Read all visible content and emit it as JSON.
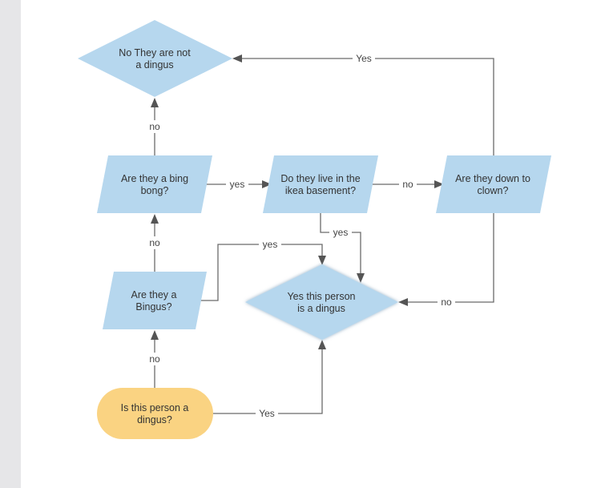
{
  "diagram": {
    "nodes": {
      "not_dingus": {
        "line1": "No They are not",
        "line2": "a dingus",
        "shape": "diamond"
      },
      "bing_bong": {
        "line1": "Are they a bing",
        "line2": "bong?",
        "shape": "parallelogram"
      },
      "ikea": {
        "line1": "Do they live in the",
        "line2": "ikea basement?",
        "shape": "parallelogram"
      },
      "clown": {
        "line1": "Are they down to",
        "line2": "clown?",
        "shape": "parallelogram"
      },
      "bingus": {
        "line1": "Are they a",
        "line2": "Bingus?",
        "shape": "parallelogram"
      },
      "is_dingus": {
        "line1": "Yes this person",
        "line2": "is a dingus",
        "shape": "diamond"
      },
      "start": {
        "line1": "Is this person a",
        "line2": "dingus?",
        "shape": "terminator"
      }
    },
    "edges": {
      "clown_to_not_dingus": "Yes",
      "bing_bong_to_not_dingus": "no",
      "bing_bong_to_ikea": "yes",
      "ikea_to_clown": "no",
      "ikea_to_is_dingus": "yes",
      "bingus_to_is_dingus": "yes",
      "bingus_to_bing_bong": "no",
      "clown_to_is_dingus": "no",
      "start_to_bingus": "no",
      "start_to_is_dingus": "Yes"
    },
    "colors": {
      "decision_fill": "#b6d7ee",
      "terminator_fill": "#fad382",
      "connector": "#6b6b6b",
      "canvas_border": "#e6e6e8"
    }
  }
}
